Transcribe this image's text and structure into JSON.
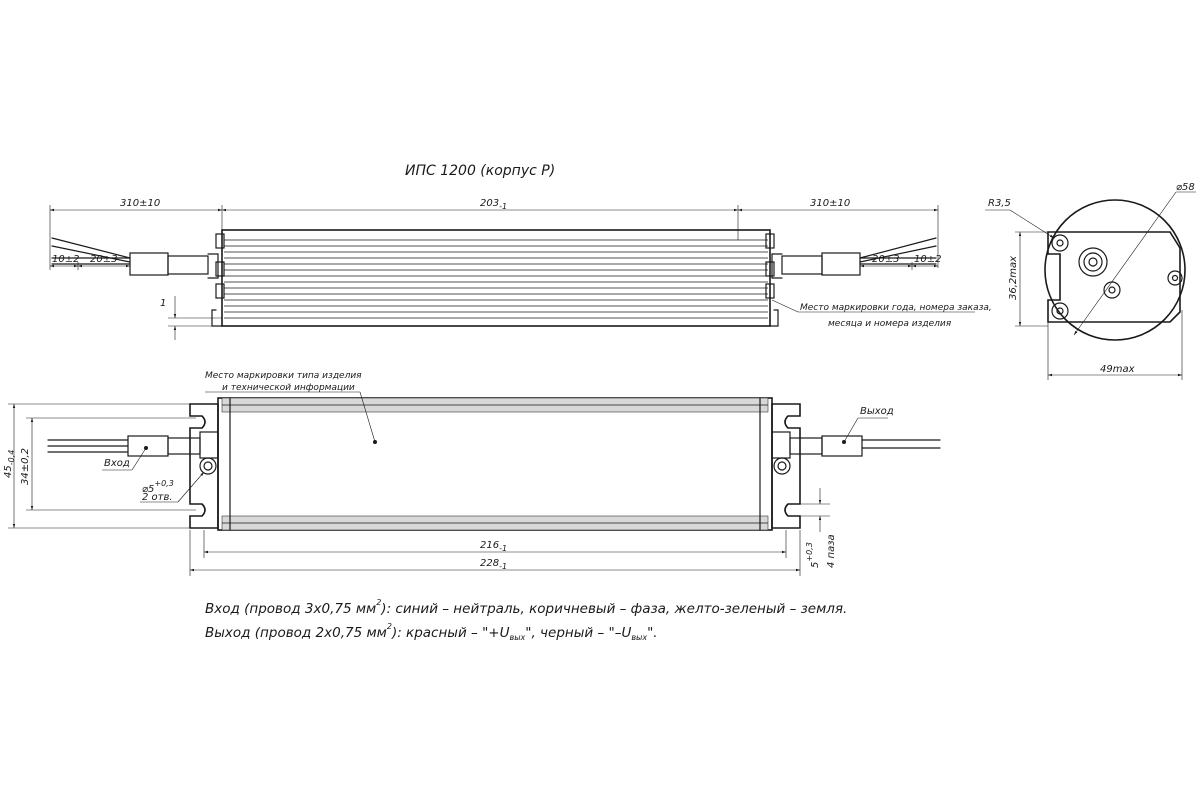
{
  "title": "ИПС 1200 (корпус Р)",
  "top_view": {
    "dim_lead_left": "310±10",
    "dim_body": "203",
    "dim_body_tol": "-1",
    "dim_lead_right": "310±10",
    "dim_strip_left": "10±2",
    "dim_sleeve_left": "20±3",
    "dim_sleeve_right": "20±3",
    "dim_strip_right": "10±2",
    "dim_height_small": "1",
    "callout_marking_line1": "Место маркировки года, номера заказа,",
    "callout_marking_line2": "месяца и номера изделия"
  },
  "end_view": {
    "radius": "R3,5",
    "diameter": "⌀58",
    "height_max": "36,2max",
    "width_max": "49max"
  },
  "front_view": {
    "callout_type_line1": "Место маркировки типа изделия",
    "callout_type_line2": "и технической информации",
    "label_input": "Вход",
    "label_output": "Выход",
    "hole_dia": "⌀5",
    "hole_dia_tol": "+0,3",
    "hole_count": "2 отв.",
    "dim_height": "45",
    "dim_height_tol": "-0,4",
    "dim_mount": "34±0,2",
    "dim_216": "216",
    "dim_216_tol": "-1",
    "dim_228": "228",
    "dim_228_tol": "-1",
    "dim_slot_w": "5",
    "dim_slot_tol": "+0,3",
    "slot_count": "4 паза"
  },
  "notes": {
    "input_prefix": "Вход (провод 3х0,75 мм",
    "input_exp": "2",
    "input_suffix": "): синий – нейтраль, коричневый – фаза, желто-зеленый – земля.",
    "output_prefix": "Выход (провод 2х0,75 мм",
    "output_exp": "2",
    "output_mid1": "): красный – \"+U",
    "output_sub1": "вых",
    "output_mid2": "\", черный – \"–U",
    "output_sub2": "вых",
    "output_end": "\"."
  }
}
